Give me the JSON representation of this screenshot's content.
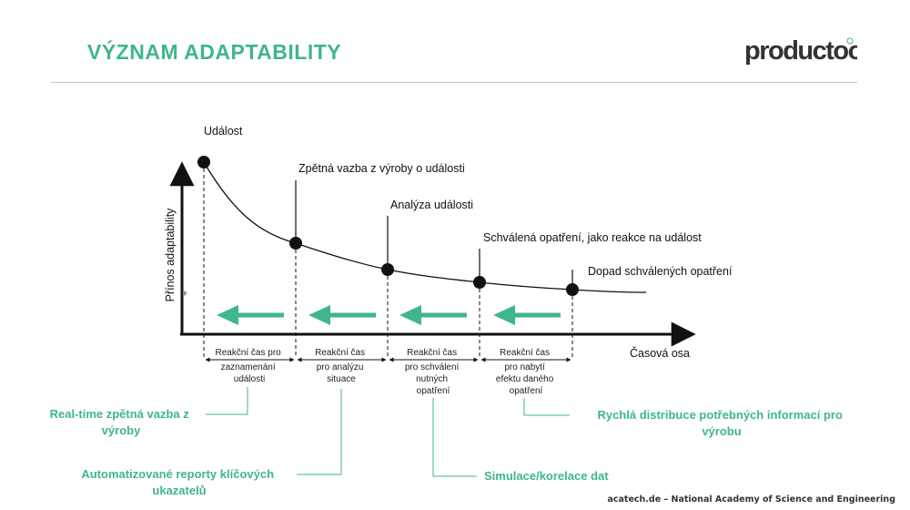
{
  "header": {
    "title": "VÝZNAM ADAPTABILITY",
    "logo_text": "productoo"
  },
  "chart": {
    "y_axis_label": "Přínos adaptability",
    "x_axis_label": "Časová osa",
    "events": [
      "Událost",
      "Zpětná vazba z výroby o události",
      "Analýza události",
      "Schválená opatření, jako reakce na událost",
      "Dopad schválených opatření"
    ],
    "intervals": [
      [
        "Reakční čas pro",
        "zaznamenání",
        "události"
      ],
      [
        "Reakční čas",
        "pro analýzu",
        "situace"
      ],
      [
        "Reakční čas",
        "pro schválení",
        "nutných",
        "opatření"
      ],
      [
        "Reakční čas",
        "pro nabytí",
        "efektu daného",
        "opatření"
      ]
    ]
  },
  "callouts": [
    [
      "Real-time zpětná vazba z",
      "výroby"
    ],
    [
      "Automatizované reporty klíčových",
      "ukazatelů"
    ],
    [
      "Simulace/korelace dat"
    ],
    [
      "Rychlá distribuce potřebných informací pro",
      "výrobu"
    ]
  ],
  "footer": "acatech.de – National Academy of Science and Engineering",
  "colors": {
    "accent": "#3fb68b",
    "ink": "#111111"
  }
}
